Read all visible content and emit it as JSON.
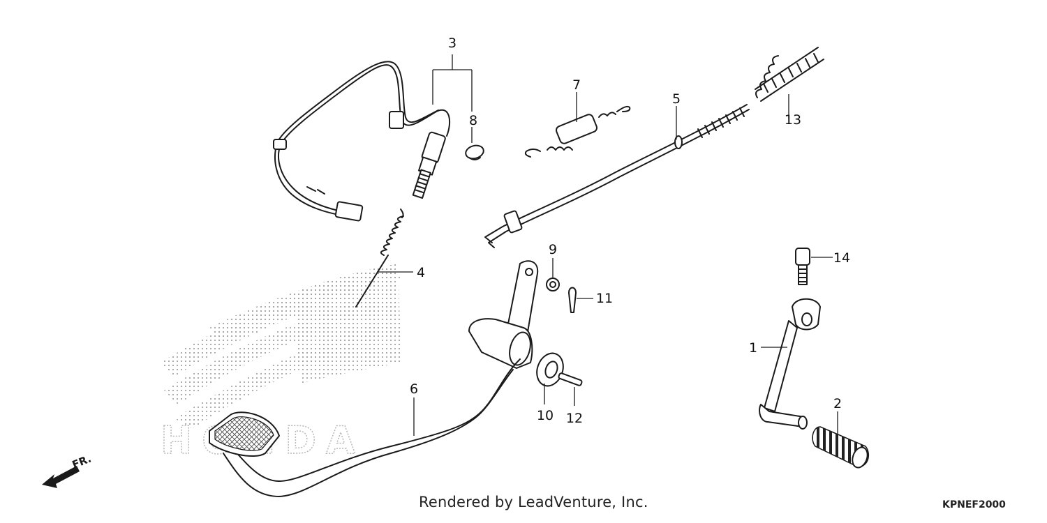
{
  "diagram": {
    "callouts": [
      "1",
      "2",
      "3",
      "4",
      "5",
      "6",
      "7",
      "8",
      "9",
      "10",
      "11",
      "12",
      "13",
      "14"
    ],
    "direction_marker": "FR.",
    "watermark_text": "HONDA",
    "footer_credit": "Rendered by LeadVenture, Inc.",
    "diagram_code": "KPNEF2000"
  }
}
